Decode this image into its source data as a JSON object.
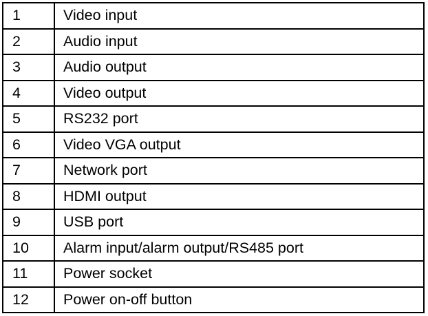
{
  "rows": [
    {
      "num": "1",
      "label": "Video input"
    },
    {
      "num": "2",
      "label": "Audio input"
    },
    {
      "num": "3",
      "label": "Audio output"
    },
    {
      "num": "4",
      "label": "Video output"
    },
    {
      "num": "5",
      "label": "RS232 port"
    },
    {
      "num": "6",
      "label": "Video VGA output"
    },
    {
      "num": "7",
      "label": "Network port"
    },
    {
      "num": "8",
      "label": "HDMI output"
    },
    {
      "num": "9",
      "label": "USB port"
    },
    {
      "num": "10",
      "label": "Alarm input/alarm output/RS485 port"
    },
    {
      "num": "11",
      "label": "Power socket"
    },
    {
      "num": "12",
      "label": "Power on-off button"
    }
  ]
}
